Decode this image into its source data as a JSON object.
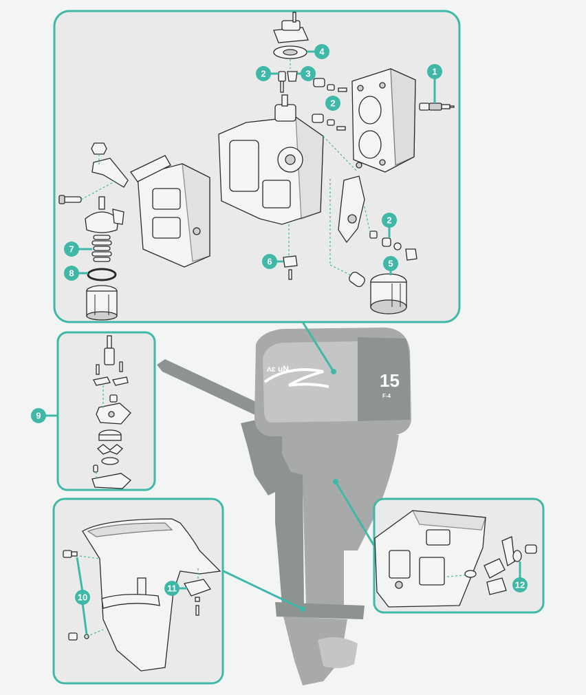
{
  "callouts": [
    {
      "id": "c1",
      "label": "1"
    },
    {
      "id": "c2a",
      "label": "2"
    },
    {
      "id": "c2b",
      "label": "2"
    },
    {
      "id": "c2c",
      "label": "2"
    },
    {
      "id": "c3",
      "label": "3"
    },
    {
      "id": "c4",
      "label": "4"
    },
    {
      "id": "c5",
      "label": "5"
    },
    {
      "id": "c6",
      "label": "6"
    },
    {
      "id": "c7",
      "label": "7"
    },
    {
      "id": "c8",
      "label": "8"
    },
    {
      "id": "c9",
      "label": "9"
    },
    {
      "id": "c10",
      "label": "10"
    },
    {
      "id": "c11",
      "label": "11"
    },
    {
      "id": "c12",
      "label": "12"
    }
  ],
  "motor": {
    "brand_text": "ʌɛ uN",
    "model_number": "15",
    "model_sub": "F-4"
  },
  "colors": {
    "accent": "#3fb8a8",
    "panel_bg": "#eaeaea",
    "motor_gray": "#a7aaa8"
  }
}
